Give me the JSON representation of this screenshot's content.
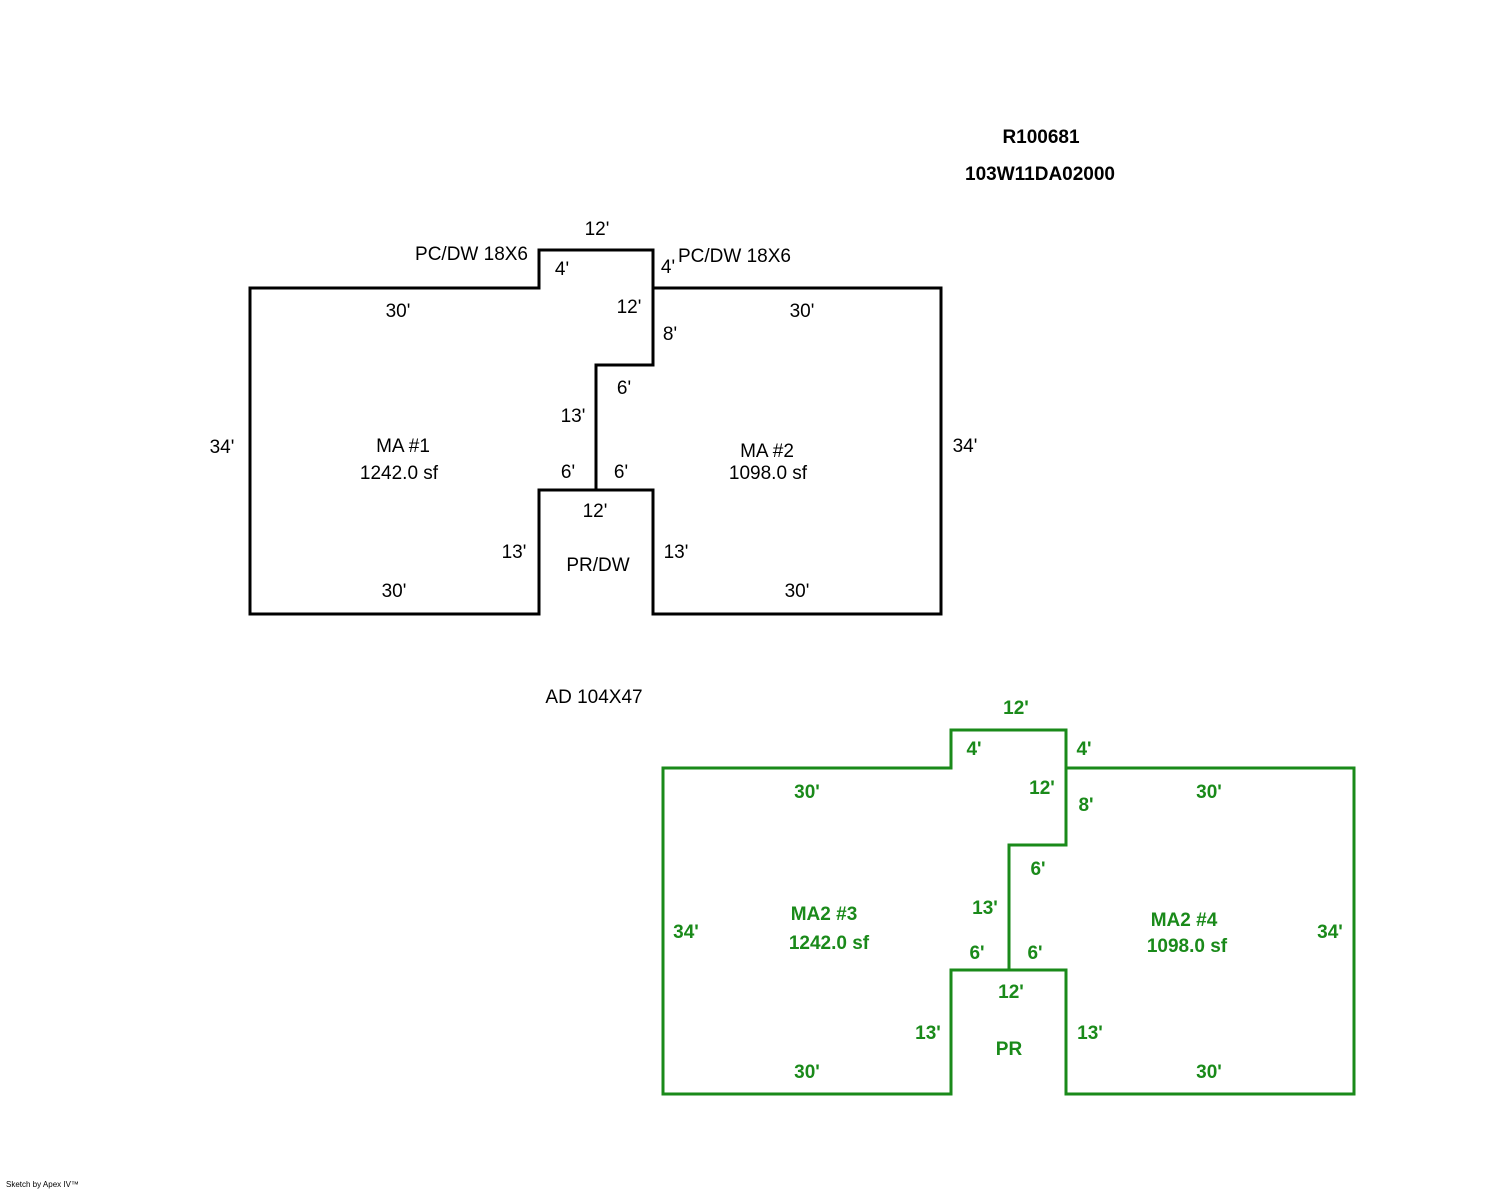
{
  "header": {
    "parcel_id": "R100681",
    "map_tax_lot": "103W11DA02000"
  },
  "colors": {
    "sketch1": "#000000",
    "sketch2": "#1a8a1a"
  },
  "sketch1": {
    "areas": {
      "ma1_name": "MA #1",
      "ma1_area": "1242.0 sf",
      "ma2_name": "MA #2",
      "ma2_area": "1098.0 sf",
      "porch": "PR/DW"
    },
    "annotations": {
      "pc_left": "PC/DW 18X6",
      "pc_right": "PC/DW 18X6"
    },
    "dims": {
      "top_notch": "12'",
      "notch_left_h": "4'",
      "notch_right_h": "4'",
      "left_top": "30'",
      "right_top": "30'",
      "notch_inner": "12'",
      "step_8": "8'",
      "step_6_top": "6'",
      "center_13": "13'",
      "left_34": "34'",
      "right_34": "34'",
      "bottom_6_left": "6'",
      "bottom_6_right": "6'",
      "porch_top": "12'",
      "porch_left_13": "13'",
      "porch_right_13": "13'",
      "left_bottom": "30'",
      "right_bottom": "30'"
    }
  },
  "addition_label": "AD 104X47",
  "sketch2": {
    "areas": {
      "ma3_name": "MA2 #3",
      "ma3_area": "1242.0 sf",
      "ma4_name": "MA2 #4",
      "ma4_area": "1098.0 sf",
      "porch": "PR"
    },
    "dims": {
      "top_notch": "12'",
      "notch_left_h": "4'",
      "notch_right_h": "4'",
      "left_top": "30'",
      "right_top": "30'",
      "notch_inner": "12'",
      "step_8": "8'",
      "step_6_top": "6'",
      "center_13": "13'",
      "left_34": "34'",
      "right_34": "34'",
      "bottom_6_left": "6'",
      "bottom_6_right": "6'",
      "porch_top": "12'",
      "porch_left_13": "13'",
      "porch_right_13": "13'",
      "left_bottom": "30'",
      "right_bottom": "30'"
    }
  },
  "footer": {
    "credit": "Sketch by Apex IV™"
  }
}
